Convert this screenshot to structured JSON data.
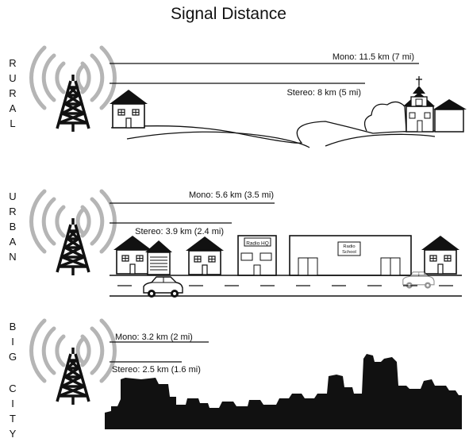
{
  "title": "Signal Distance",
  "sections": {
    "rural": {
      "side_label": "RURAL",
      "mono": "Mono: 11.5 km (7 mi)",
      "stereo": "Stereo: 8 km (5 mi)"
    },
    "urban": {
      "side_label": "URBAN",
      "mono": "Mono: 5.6 km (3.5 mi)",
      "stereo": "Stereo: 3.9 km (2.4 mi)",
      "building_radio_hq": "Radio HQ",
      "building_radio_school": "Radio School"
    },
    "big_city": {
      "side_label": "BIG CITY",
      "mono": "Mono: 3.2 km (2 mi)",
      "stereo": "Stereo: 2.5 km (1.6 mi)"
    }
  },
  "colors": {
    "ink": "#111111",
    "wave": "#b5b5b5",
    "paper": "#ffffff"
  },
  "icons": [
    "radio-tower-icon",
    "signal-waves-icon",
    "house-icon",
    "church-icon",
    "car-icon",
    "skyline-icon"
  ]
}
